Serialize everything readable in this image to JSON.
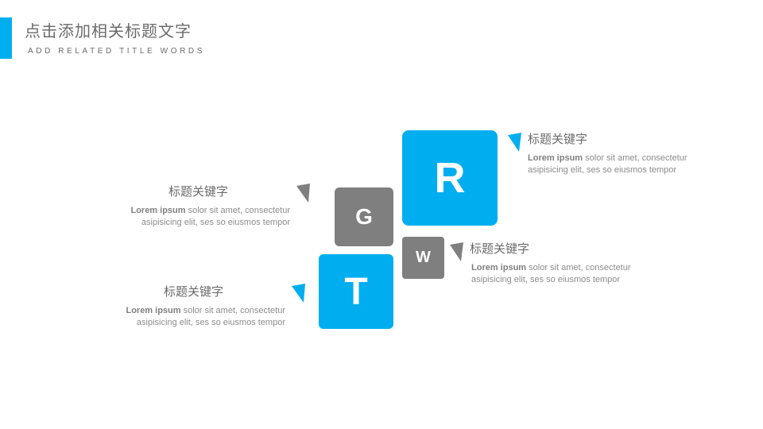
{
  "header": {
    "title": "点击添加相关标题文字",
    "subtitle": "ADD RELATED TITLE WORDS"
  },
  "colors": {
    "accent": "#00aeef",
    "gray": "#7f7f7f",
    "text": "#8c8c8c"
  },
  "tiles": {
    "r": "R",
    "g": "G",
    "w": "W",
    "t": "T"
  },
  "items": [
    {
      "keyword": "标题关键字",
      "bold": "Lorem ipsum",
      "line1": " solor sit amet, consectetur",
      "line2": "asipisicing elit, ses so eiusmos tempor"
    },
    {
      "keyword": "标题关键字",
      "bold": "Lorem ipsum",
      "line1": " solor sit amet, consectetur",
      "line2": "asipisicing elit, ses so eiusmos tempor"
    },
    {
      "keyword": "标题关键字",
      "bold": "Lorem ipsum",
      "line1": " solor sit amet, consectetur",
      "line2": "asipisicing elit, ses so eiusmos tempor"
    },
    {
      "keyword": "标题关键字",
      "bold": "Lorem ipsum",
      "line1": " solor sit amet, consectetur",
      "line2": "asipisicing elit, ses so eiusmos tempor"
    }
  ]
}
